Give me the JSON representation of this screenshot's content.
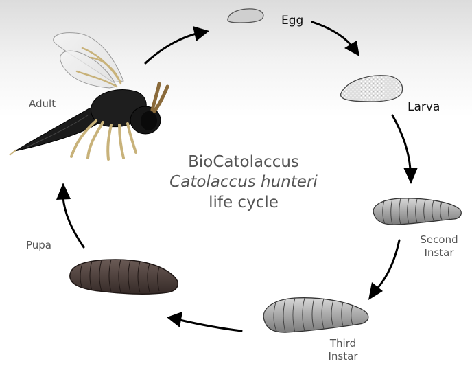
{
  "title": {
    "line1": "BioCatolaccus",
    "line2": "Catolaccus hunteri",
    "line3": "life cycle"
  },
  "stages": {
    "egg": "Egg",
    "larva": "Larva",
    "second_instar_l1": "Second",
    "second_instar_l2": "Instar",
    "third_instar_l1": "Third",
    "third_instar_l2": "Instar",
    "pupa": "Pupa",
    "adult": "Adult"
  },
  "colors": {
    "arrow": "#000000",
    "egg": "#cfcfcf",
    "larva": "#e8e8e8",
    "instar": "#9a9a9a",
    "pupa": "#4a3c38",
    "adult_body": "#1b1b1b",
    "adult_legs": "#c8b27a"
  }
}
